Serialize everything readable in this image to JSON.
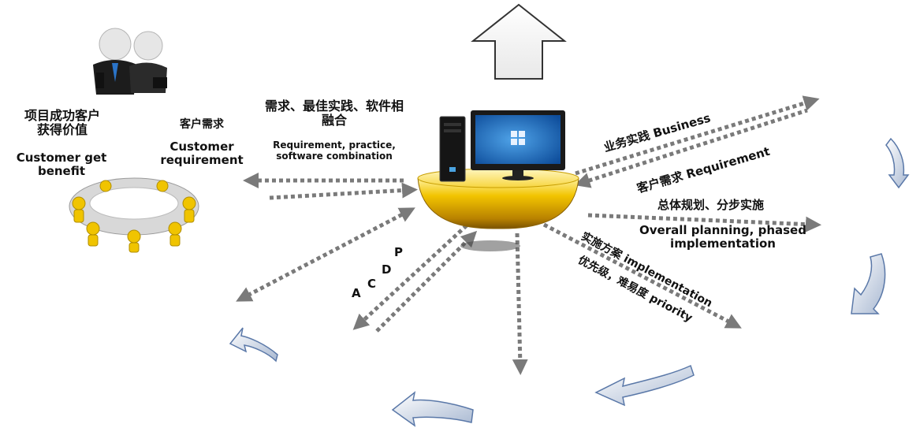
{
  "left_panel": {
    "value_cn_line1": "项目成功客户",
    "value_cn_line2": "获得价值",
    "value_en_line1": "Customer get",
    "value_en_line2": "benefit",
    "need_cn": "客户需求",
    "need_en_line1": "Customer",
    "need_en_line2": "requirement"
  },
  "top_center": {
    "cn_line1": "需求、最佳实践、软件相",
    "cn_line2": "融合",
    "en_line1": "Requirement, practice,",
    "en_line2": "software combination"
  },
  "pdca": [
    "P",
    "D",
    "C",
    "A"
  ],
  "right_labels": {
    "business": "业务实践 Business",
    "requirement": "客户需求 Requirement",
    "planning_cn": "总体规划、分步实施",
    "planning_en_line1": "Overall planning, phased",
    "planning_en_line2": "implementation",
    "implementation": "实施方案  implementation",
    "priority": "优先级，难易度 priority"
  },
  "colors": {
    "dotted_arrow": "#7a7a7a",
    "curved_arrow": "#b9c6d8",
    "curved_arrow_edge": "#5a78a8",
    "platform_gold": "#f2c400",
    "monitor_blue": "#1f6fb8"
  }
}
